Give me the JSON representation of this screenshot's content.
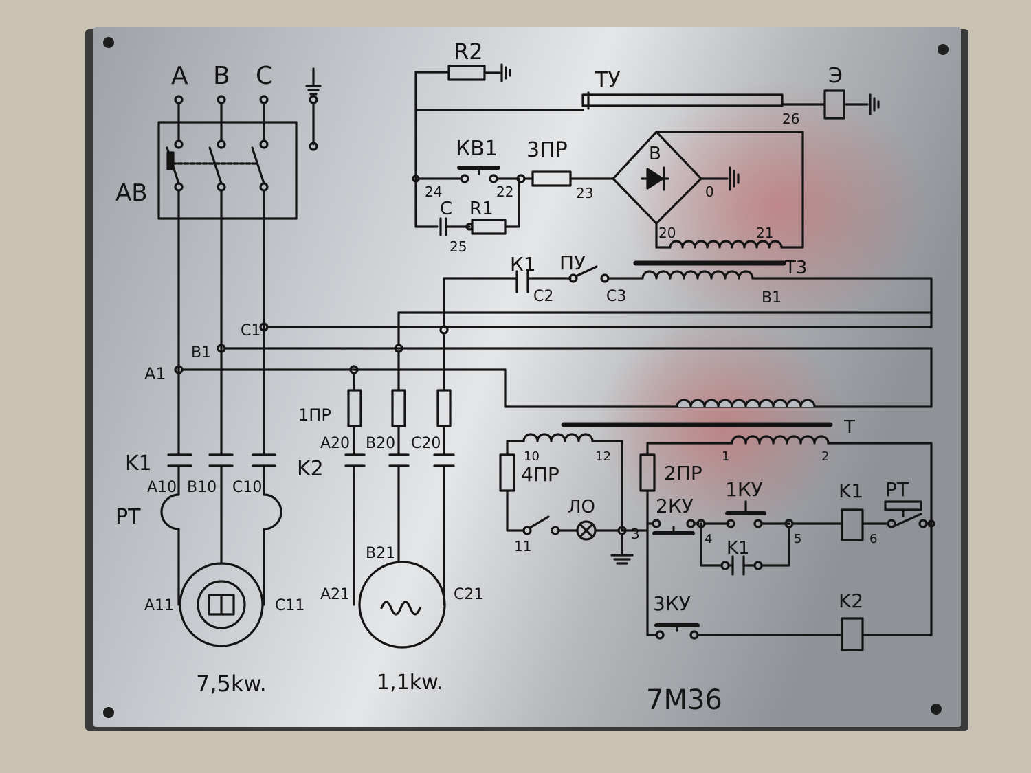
{
  "plate": {
    "model": "7М36",
    "motor_main_power": "7,5kw.",
    "motor_aux_power": "1,1kw."
  },
  "supply": {
    "phase_a": "A",
    "phase_b": "B",
    "phase_c": "C",
    "breaker": "АВ",
    "bus_a": "A1",
    "bus_b": "B1",
    "bus_c": "C1"
  },
  "main_motor": {
    "contactor_k1": "K1",
    "contactor_k2": "K2",
    "a10": "A10",
    "b10": "B10",
    "c10": "C10",
    "thermal_relay": "PT",
    "a11": "A11",
    "c11": "C11"
  },
  "aux_motor": {
    "fuse": "1ПР",
    "a20": "A20",
    "b20": "B20",
    "c20": "C20",
    "a21": "A21",
    "b21": "B21",
    "c21": "C21"
  },
  "magnet_circuit": {
    "resistor_r2": "R2",
    "tu": "ТУ",
    "magnet": "Э",
    "n26": "26",
    "kb1": "КВ1",
    "fuse3": "3ПР",
    "bridge": "B",
    "n24": "24",
    "n22": "22",
    "n23": "23",
    "n0": "0",
    "capacitor": "C",
    "resistor_r1": "R1",
    "n25": "25",
    "n20": "20",
    "n21": "21",
    "transformer_t3": "Т3",
    "k1_contact": "К1",
    "pu": "ПУ",
    "c2": "C2",
    "c3": "C3",
    "b1": "B1"
  },
  "control_circuit": {
    "transformer_t": "T",
    "n10": "10",
    "n12": "12",
    "fuse4": "4ПР",
    "lamp": "ЛО",
    "n11": "11",
    "n3": "3",
    "n1": "1",
    "n2": "2",
    "fuse2": "2ПР",
    "ku1": "1КУ",
    "ku2": "2КУ",
    "ku3": "3КУ",
    "n4": "4",
    "n5": "5",
    "n6": "6",
    "k1": "K1",
    "k1_hold": "K1",
    "rt": "PT",
    "k2": "K2"
  },
  "colors": {
    "plate": "#b9bcc0",
    "ink": "#141414",
    "wall": "#c9c2b2"
  }
}
